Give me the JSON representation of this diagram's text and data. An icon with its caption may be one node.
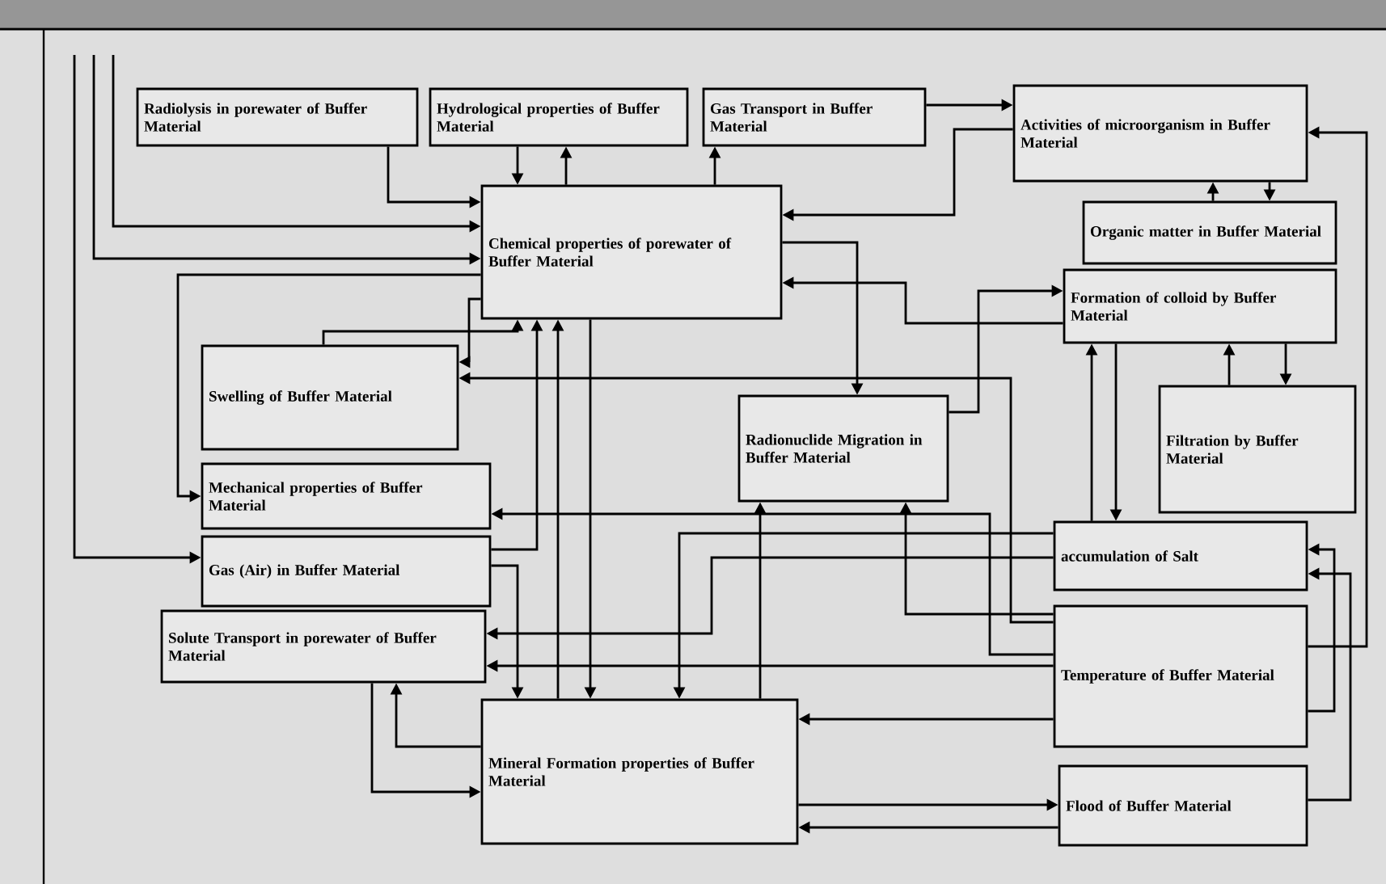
{
  "diagram": {
    "nodes": [
      {
        "text": [
          "Radiolysis in porewater of Buffer Material"
        ]
      },
      {
        "text": [
          "Hydrological properties of Buffer Material"
        ]
      },
      {
        "text": [
          "Gas Transport in Buffer Material"
        ]
      },
      {
        "text": [
          "Activities of microorganism in Buffer Material"
        ]
      },
      {
        "text": [
          "Chemical properties of porewater of Buffer Material"
        ]
      },
      {
        "text": [
          "Organic matter in Buffer Material"
        ]
      },
      {
        "text": [
          "Formation of colloid by Buffer Material"
        ]
      },
      {
        "text": [
          "Swelling of Buffer Material"
        ]
      },
      {
        "text": [
          "Radionuclide Migration in Buffer Material"
        ]
      },
      {
        "text": [
          "Filtration by Buffer Material"
        ]
      },
      {
        "text": [
          "Mechanical properties of Buffer Material"
        ]
      },
      {
        "text": [
          "accumulation of Salt"
        ]
      },
      {
        "text": [
          "Gas (Air) in Buffer Material"
        ]
      },
      {
        "text": [
          "Solute Transport in porewater of Buffer Material"
        ]
      },
      {
        "text": [
          "Temperature of Buffer Material"
        ]
      },
      {
        "text": [
          "Mineral Formation properties of Buffer Material"
        ]
      },
      {
        "text": [
          "Flood of Buffer Material"
        ]
      }
    ],
    "edges": [
      {
        "from": 1,
        "to": 4,
        "arrow": "to"
      },
      {
        "from": 4,
        "to": 1,
        "arrow": "to"
      },
      {
        "from": 4,
        "to": 2,
        "arrow": "to"
      },
      {
        "from": 2,
        "to": 3,
        "arrow": "to"
      },
      {
        "from": 3,
        "to": 4,
        "arrow": "to"
      },
      {
        "from": 5,
        "to": 3,
        "arrow": "to"
      },
      {
        "from": 3,
        "to": 5,
        "arrow": "to"
      },
      {
        "from": 14,
        "to": 3,
        "arrow": "to"
      },
      {
        "from": 4,
        "to": 8,
        "arrow": "to"
      },
      {
        "from": 8,
        "to": 6,
        "arrow": "to"
      },
      {
        "from": 6,
        "to": 4,
        "arrow": "to"
      },
      {
        "from": 6,
        "to": 11,
        "arrow": "to"
      },
      {
        "from": 11,
        "to": 6,
        "arrow": "to"
      },
      {
        "from": 9,
        "to": 6,
        "arrow": "to"
      },
      {
        "from": 6,
        "to": 9,
        "arrow": "to"
      },
      {
        "from": null,
        "to": 4,
        "arrow": "to"
      },
      {
        "from": null,
        "to": 4,
        "arrow": "to"
      },
      {
        "from": 4,
        "to": 7,
        "arrow": "to"
      },
      {
        "from": 7,
        "to": 4,
        "arrow": "to"
      },
      {
        "from": 15,
        "to": 4,
        "arrow": "to"
      },
      {
        "from": 4,
        "to": 15,
        "arrow": "to"
      },
      {
        "from": 4,
        "to": 10,
        "arrow": "to"
      },
      {
        "from": 14,
        "to": 7,
        "arrow": "to"
      },
      {
        "from": 14,
        "to": 10,
        "arrow": "to"
      },
      {
        "from": null,
        "to": 12,
        "arrow": "to"
      },
      {
        "from": 11,
        "to": 13,
        "arrow": "to"
      },
      {
        "from": 14,
        "to": 13,
        "arrow": "to"
      },
      {
        "from": 15,
        "to": 13,
        "arrow": "to"
      },
      {
        "from": 13,
        "to": 15,
        "arrow": "to"
      },
      {
        "from": 14,
        "to": 15,
        "arrow": "to"
      },
      {
        "from": 15,
        "to": 16,
        "arrow": "to"
      },
      {
        "from": 16,
        "to": 15,
        "arrow": "to"
      },
      {
        "from": 14,
        "to": 11,
        "arrow": "to"
      },
      {
        "from": 16,
        "to": 11,
        "arrow": "to"
      },
      {
        "from": 15,
        "to": 8,
        "arrow": "to"
      },
      {
        "from": 14,
        "to": 8,
        "arrow": "to"
      },
      {
        "from": 11,
        "to": 15,
        "arrow": "to"
      },
      {
        "from": 12,
        "to": 15,
        "arrow": "to"
      },
      {
        "from": 12,
        "to": 4,
        "arrow": "to"
      },
      {
        "from": 0,
        "to": 4,
        "arrow": "to"
      }
    ]
  }
}
